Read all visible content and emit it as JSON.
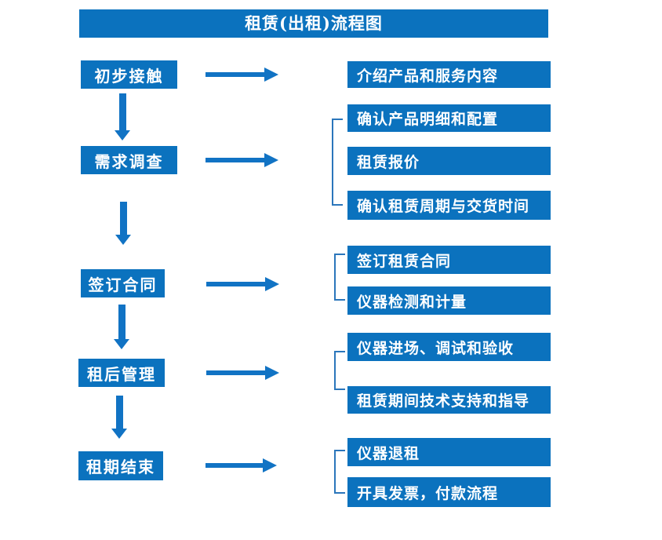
{
  "title": "租赁(出租)流程图",
  "colors": {
    "box_blue": "#0b72be",
    "arrow_blue": "#1173c4",
    "bracket_blue": "#2b76bb",
    "text_white": "#ffffff"
  },
  "flow": [
    {
      "stage": "初步接触",
      "details": [
        "介绍产品和服务内容"
      ]
    },
    {
      "stage": "需求调查",
      "details": [
        "确认产品明细和配置",
        "租赁报价",
        "确认租赁周期与交货时间"
      ]
    },
    {
      "stage": "签订合同",
      "details": [
        "签订租赁合同",
        "仪器检测和计量"
      ]
    },
    {
      "stage": "租后管理",
      "details": [
        "仪器进场、调试和验收",
        "租赁期间技术支持和指导"
      ]
    },
    {
      "stage": "租期结束",
      "details": [
        "仪器退租",
        "开具发票，付款流程"
      ]
    }
  ]
}
